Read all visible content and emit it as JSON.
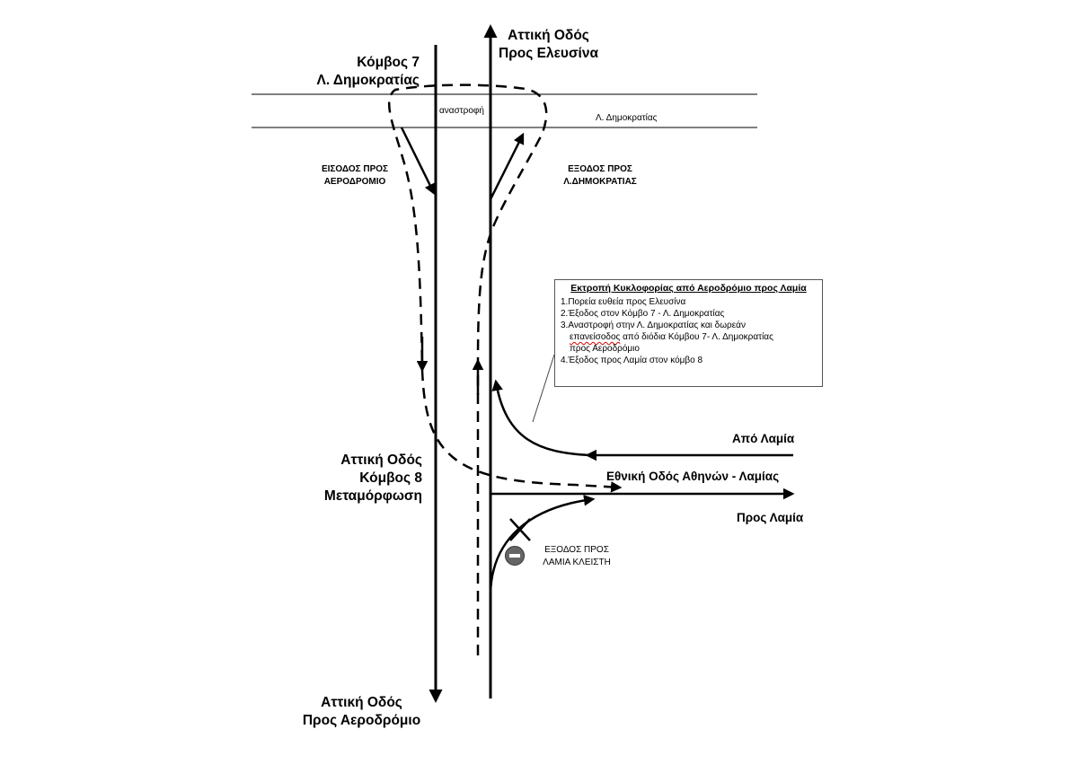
{
  "labels": {
    "top_right_line1": "Αττική Οδός",
    "top_right_line2": "Προς Ελευσίνα",
    "top_left_line1": "Κόμβος 7",
    "top_left_line2": "Λ. Δημοκρατίας",
    "uturn": "αναστροφή",
    "avenue": "Λ. Δημοκρατίας",
    "exit_airport_line1": "ΕΙΣΟΔΟΣ ΠΡΟΣ",
    "exit_airport_line2": "ΑΕΡΟΔΡΟΜΙΟ",
    "exit_dimokratias_line1": "ΕΞΟΔΟΣ ΠΡΟΣ",
    "exit_dimokratias_line2": "Λ.ΔΗΜΟΚΡΑΤΙΑΣ",
    "from_lamia": "Από Λαμία",
    "national_road": "Εθνική Οδός Αθηνών - Λαμίας",
    "to_lamia": "Προς Λαμία",
    "node8_line1": "Αττική Οδός",
    "node8_line2": "Κόμβος 8",
    "node8_line3": "Μεταμόρφωση",
    "exit_lamia_closed_line1": "ΕΞΟΔΟΣ ΠΡΟΣ",
    "exit_lamia_closed_line2": "ΛΑΜΙΑ ΚΛΕΙΣΤΗ",
    "bottom_line1": "Αττική Οδός",
    "bottom_line2": "Προς Αεροδρόμιο"
  },
  "note": {
    "title": "Εκτροπή Κυκλοφορίας από Αεροδρόμιο προς Λαμία",
    "item1": "1.Πορεία ευθεία προς Ελευσίνα",
    "item2": "2.Έξοδος στον Κόμβο 7 -  Λ. Δημοκρατίας",
    "item3_line1": "3.Αναστροφή στην Λ. Δημοκρατίας  και δωρεάν",
    "item3_word": "επανείσοδος",
    "item3_line2_rest": " από διόδια Κόμβου 7- Λ. Δημοκρατίας",
    "item3_line3": "προς Αεροδρόμιο",
    "item4": "4.Έξοδος προς Λαμία στον κόμβο 8"
  }
}
